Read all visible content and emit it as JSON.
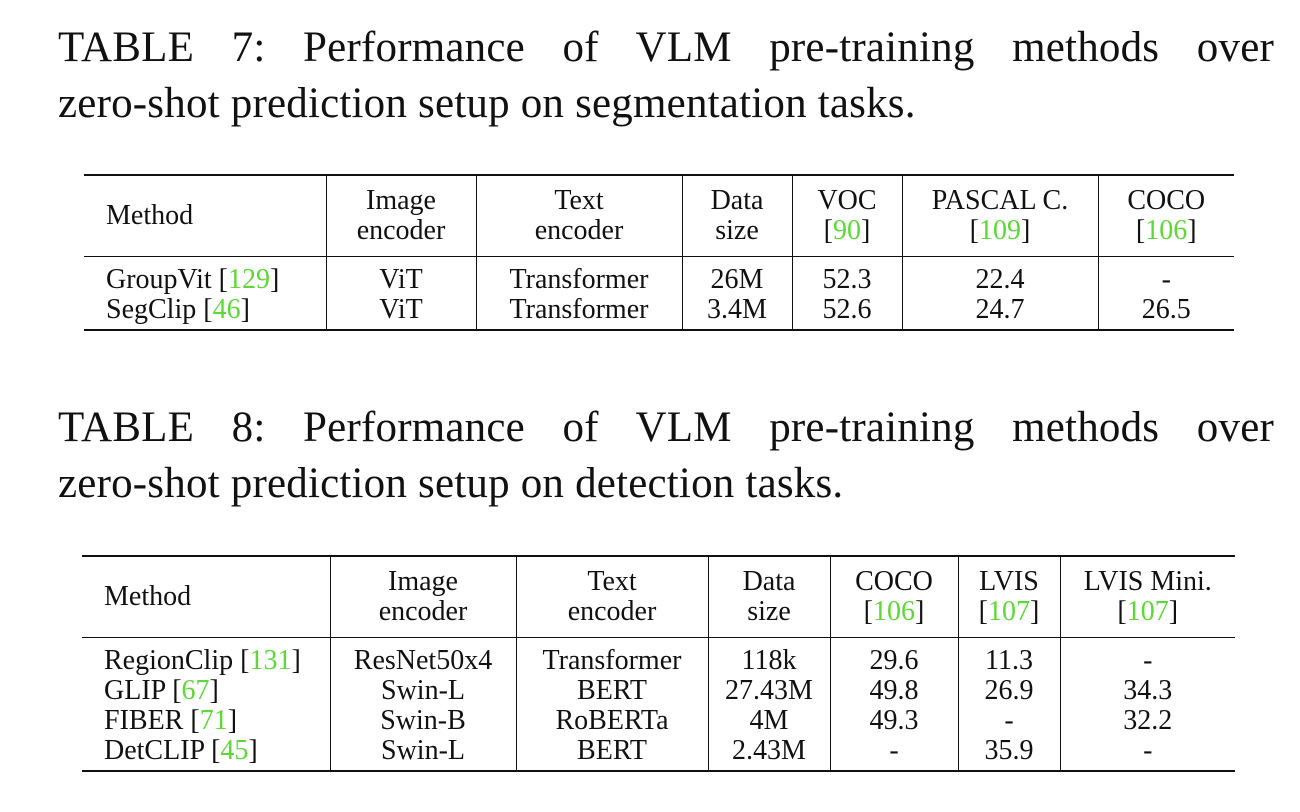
{
  "table7": {
    "caption_line1": "TABLE 7: Performance of VLM pre-training methods over",
    "caption_line2": "zero-shot prediction setup on segmentation tasks.",
    "headers": {
      "method": "Method",
      "image_encoder": [
        "Image",
        "encoder"
      ],
      "text_encoder": [
        "Text",
        "encoder"
      ],
      "data_size": [
        "Data",
        "size"
      ],
      "voc": {
        "name": "VOC",
        "ref": "90"
      },
      "pascal": {
        "name": "PASCAL C.",
        "ref": "109"
      },
      "coco": {
        "name": "COCO",
        "ref": "106"
      }
    },
    "rows": [
      {
        "method": "GroupVit",
        "ref": "129",
        "image_encoder": "ViT",
        "text_encoder": "Transformer",
        "data_size": "26M",
        "voc": "52.3",
        "pascal": "22.4",
        "coco": "-"
      },
      {
        "method": "SegClip",
        "ref": "46",
        "image_encoder": "ViT",
        "text_encoder": "Transformer",
        "data_size": "3.4M",
        "voc": "52.6",
        "pascal": "24.7",
        "coco": "26.5"
      }
    ]
  },
  "table8": {
    "caption_line1": "TABLE 8: Performance of VLM pre-training methods over",
    "caption_line2": "zero-shot prediction setup on detection tasks.",
    "headers": {
      "method": "Method",
      "image_encoder": [
        "Image",
        "encoder"
      ],
      "text_encoder": [
        "Text",
        "encoder"
      ],
      "data_size": [
        "Data",
        "size"
      ],
      "coco": {
        "name": "COCO",
        "ref": "106"
      },
      "lvis": {
        "name": "LVIS",
        "ref": "107"
      },
      "lvis_mini": {
        "name": "LVIS Mini.",
        "ref": "107"
      }
    },
    "rows": [
      {
        "method": "RegionClip",
        "ref": "131",
        "image_encoder": "ResNet50x4",
        "text_encoder": "Transformer",
        "data_size": "118k",
        "coco": "29.6",
        "lvis": "11.3",
        "lvis_mini": "-"
      },
      {
        "method": "GLIP",
        "ref": "67",
        "image_encoder": "Swin-L",
        "text_encoder": "BERT",
        "data_size": "27.43M",
        "coco": "49.8",
        "lvis": "26.9",
        "lvis_mini": "34.3"
      },
      {
        "method": "FIBER",
        "ref": "71",
        "image_encoder": "Swin-B",
        "text_encoder": "RoBERTa",
        "data_size": "4M",
        "coco": "49.3",
        "lvis": "-",
        "lvis_mini": "32.2"
      },
      {
        "method": "DetCLIP",
        "ref": "45",
        "image_encoder": "Swin-L",
        "text_encoder": "BERT",
        "data_size": "2.43M",
        "coco": "-",
        "lvis": "35.9",
        "lvis_mini": "-"
      }
    ]
  },
  "colors": {
    "citation": "#5cd936",
    "text": "#111111"
  }
}
